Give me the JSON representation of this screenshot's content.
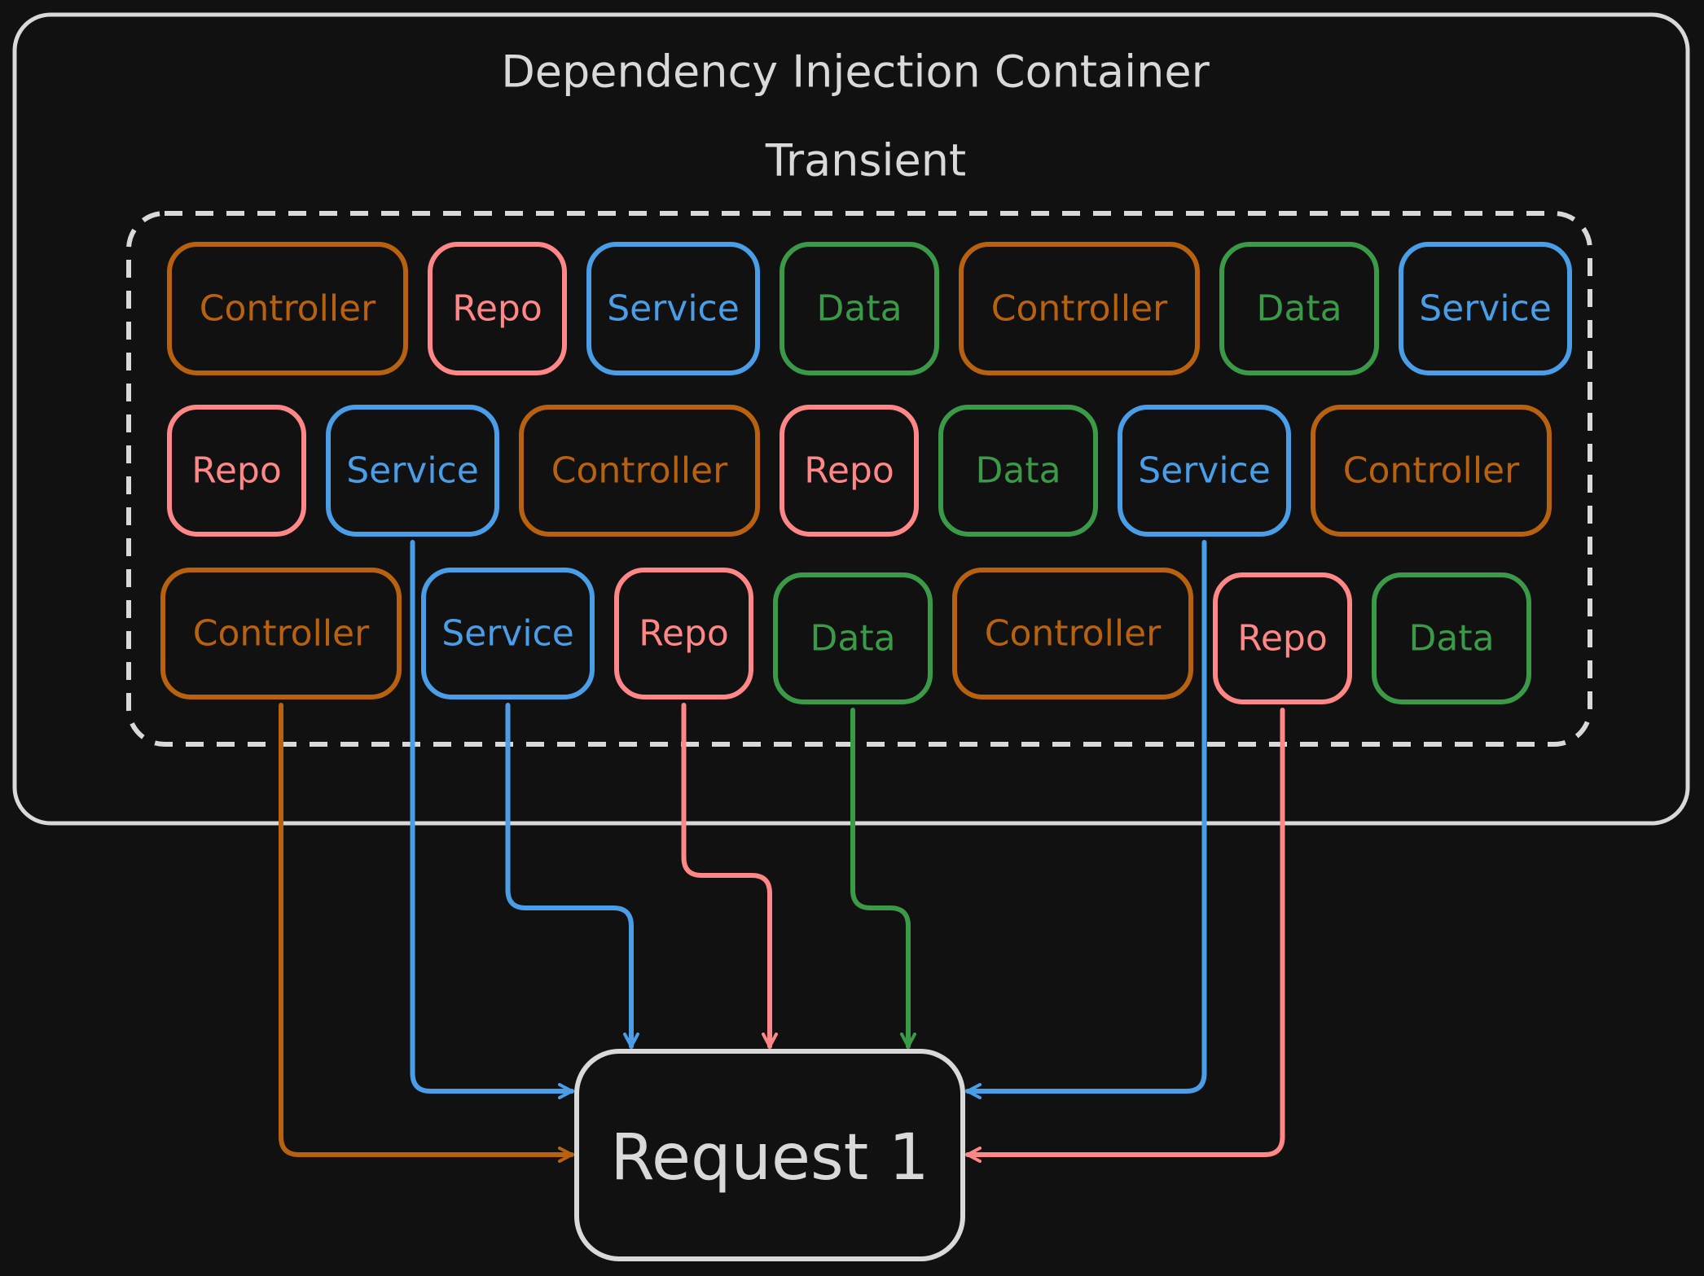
{
  "container": {
    "title": "Dependency Injection Container"
  },
  "group": {
    "title": "Transient"
  },
  "request": {
    "label": "Request 1"
  },
  "colors": {
    "background": "#111111",
    "frame": "#d9d9d9",
    "controller": "#b8620f",
    "repo": "#ff8787",
    "service": "#4a9ee8",
    "data": "#3b9a48"
  },
  "rows": [
    [
      {
        "label": "Controller",
        "kind": "controller"
      },
      {
        "label": "Repo",
        "kind": "repo"
      },
      {
        "label": "Service",
        "kind": "service"
      },
      {
        "label": "Data",
        "kind": "data"
      },
      {
        "label": "Controller",
        "kind": "controller"
      },
      {
        "label": "Data",
        "kind": "data"
      },
      {
        "label": "Service",
        "kind": "service"
      }
    ],
    [
      {
        "label": "Repo",
        "kind": "repo"
      },
      {
        "label": "Service",
        "kind": "service"
      },
      {
        "label": "Controller",
        "kind": "controller"
      },
      {
        "label": "Repo",
        "kind": "repo"
      },
      {
        "label": "Data",
        "kind": "data"
      },
      {
        "label": "Service",
        "kind": "service"
      },
      {
        "label": "Controller",
        "kind": "controller"
      }
    ],
    [
      {
        "label": "Controller",
        "kind": "controller"
      },
      {
        "label": "Service",
        "kind": "service"
      },
      {
        "label": "Repo",
        "kind": "repo"
      },
      {
        "label": "Data",
        "kind": "data"
      },
      {
        "label": "Controller",
        "kind": "controller"
      },
      {
        "label": "Repo",
        "kind": "repo"
      },
      {
        "label": "Data",
        "kind": "data"
      }
    ]
  ],
  "injections": [
    {
      "from_row": 1,
      "from_col": 1,
      "kind": "service"
    },
    {
      "from_row": 1,
      "from_col": 5,
      "kind": "service"
    },
    {
      "from_row": 2,
      "from_col": 0,
      "kind": "controller"
    },
    {
      "from_row": 2,
      "from_col": 1,
      "kind": "service"
    },
    {
      "from_row": 2,
      "from_col": 2,
      "kind": "repo"
    },
    {
      "from_row": 2,
      "from_col": 3,
      "kind": "data"
    },
    {
      "from_row": 2,
      "from_col": 5,
      "kind": "repo"
    }
  ]
}
